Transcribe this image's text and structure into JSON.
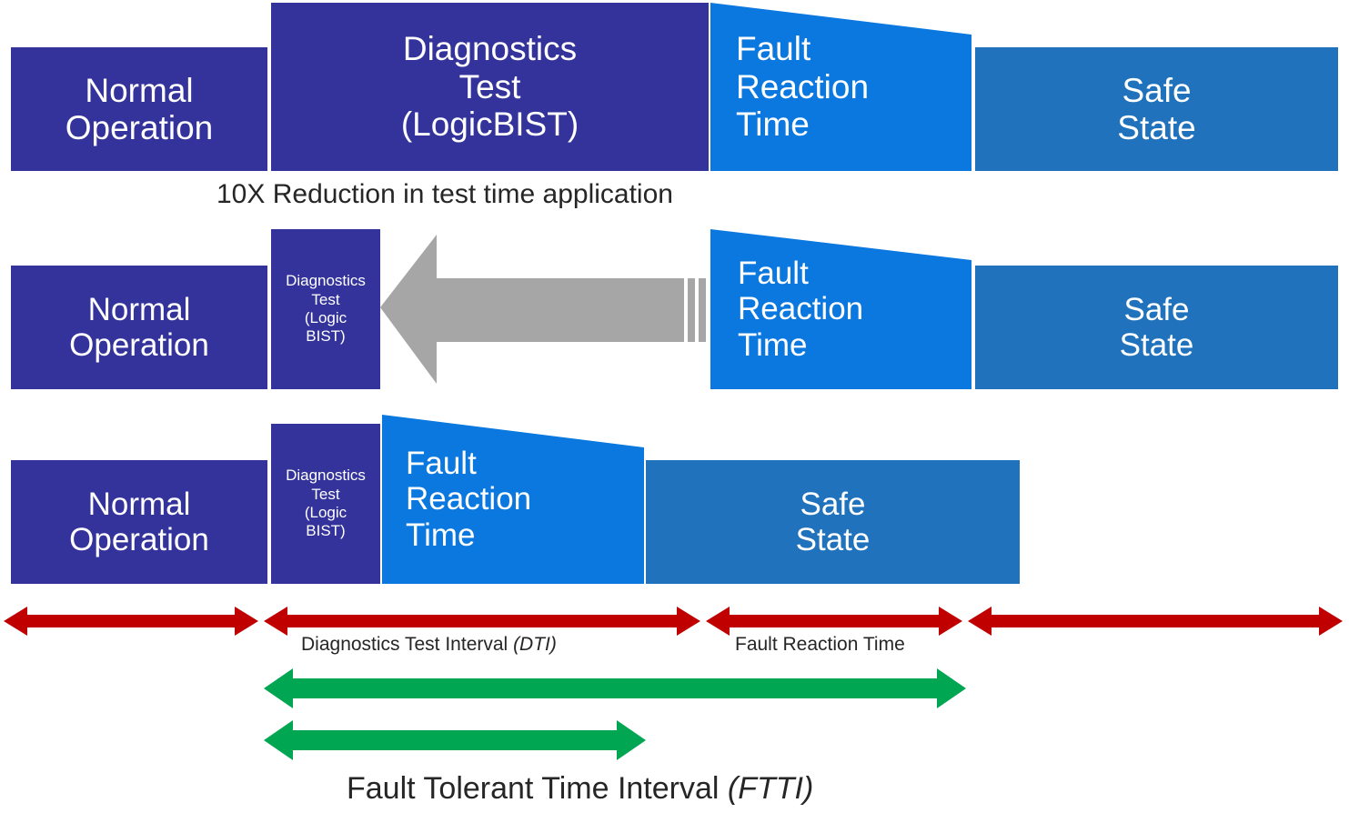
{
  "diagram": {
    "title": "Fault handling timeline with LogicBIST diagnostics",
    "colors": {
      "navy": "#33339B",
      "bright_blue": "#0B78E0",
      "mid_blue": "#1F72BB",
      "red_arrow": "#C00000",
      "green_arrow": "#00A651",
      "gray_arrow": "#A6A6A6",
      "text_dark": "#262626",
      "text_light": "#FFFFFF",
      "background": "#FFFFFF"
    },
    "rows": [
      {
        "id": "row-baseline",
        "blocks": [
          {
            "name": "normal-operation",
            "label": "Normal\nOperation",
            "color": "navy"
          },
          {
            "name": "diagnostics-test",
            "label": "Diagnostics\nTest\n(LogicBIST)",
            "color": "navy"
          },
          {
            "name": "fault-reaction-time",
            "label": "Fault\nReaction\nTime",
            "color": "bright_blue"
          },
          {
            "name": "safe-state",
            "label": "Safe\nState",
            "color": "mid_blue"
          }
        ]
      },
      {
        "id": "row-reduced",
        "blocks": [
          {
            "name": "normal-operation",
            "label": "Normal\nOperation",
            "color": "navy"
          },
          {
            "name": "diagnostics-test",
            "label": "Diagnostics\nTest\n(Logic\nBIST)",
            "color": "navy"
          },
          {
            "name": "fault-reaction-time",
            "label": "Fault\nReaction\nTime",
            "color": "bright_blue"
          },
          {
            "name": "safe-state",
            "label": "Safe\nState",
            "color": "mid_blue"
          }
        ]
      },
      {
        "id": "row-compressed",
        "blocks": [
          {
            "name": "normal-operation",
            "label": "Normal\nOperation",
            "color": "navy"
          },
          {
            "name": "diagnostics-test",
            "label": "Diagnostics\nTest\n(Logic\nBIST)",
            "color": "navy"
          },
          {
            "name": "fault-reaction-time",
            "label": "Fault\nReaction\nTime",
            "color": "bright_blue"
          },
          {
            "name": "safe-state",
            "label": "Safe\nState",
            "color": "mid_blue"
          }
        ]
      }
    ],
    "annotations": {
      "reduction_note": "10X Reduction in test time application",
      "dti_label": "Diagnostics Test Interval ",
      "dti_abbrev": "(DTI)",
      "frt_label": "Fault Reaction Time",
      "ftti_label": "Fault Tolerant Time Interval ",
      "ftti_abbrev": "(FTTI)"
    },
    "arrows": {
      "shrink_arrow": "shrink-test-time-arrow",
      "red_segments": [
        "normal-operation-span",
        "diagnostics-test-interval-span",
        "fault-reaction-time-span",
        "safe-state-span"
      ],
      "green_segments": [
        "ftti-upper-span",
        "ftti-lower-span"
      ]
    }
  }
}
